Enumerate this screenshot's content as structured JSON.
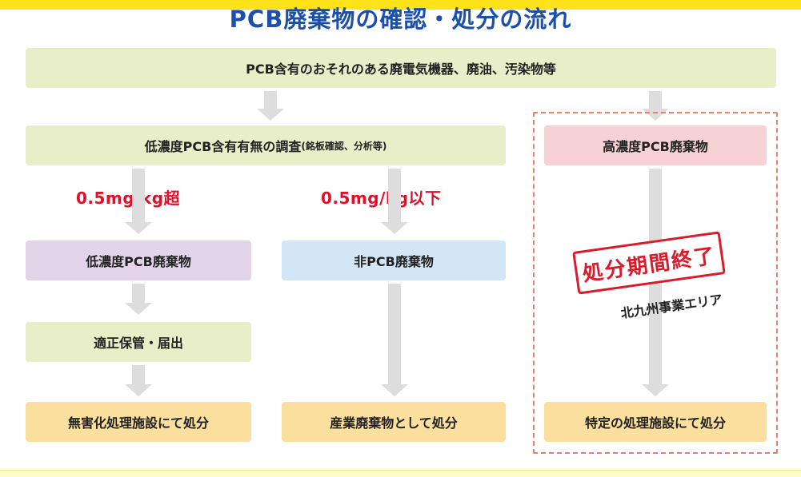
{
  "title": "PCB廃棄物の確認・処分の流れ",
  "nodes": {
    "start": "PCB含有のおそれのある廃電気機器、廃油、汚染物等",
    "survey_main": "低濃度PCB含有有無の調査",
    "survey_sub": "(銘板確認、分析等)",
    "high": "高濃度PCB廃棄物",
    "low": "低濃度PCB廃棄物",
    "non": "非PCB廃棄物",
    "storage": "適正保管・届出",
    "detox": "無害化処理施設にて処分",
    "industrial": "産業廃棄物として処分",
    "specific": "特定の処理施設にて処分"
  },
  "thresholds": {
    "over": "0.5mg/kg超",
    "under": "0.5mg/kg以下"
  },
  "stamp": {
    "text": "処分期間終了",
    "area": "北九州事業エリア"
  },
  "colors": {
    "title": "#1c4fa8",
    "threshold": "#e0102a",
    "stamp": "#d81c2c",
    "dashed_border": "#e8806a",
    "green_box": "#e8efc8",
    "purple_box": "#e4d4ea",
    "blue_box": "#d3e6f6",
    "pink_box": "#f6d2d4",
    "orange_box": "#fbdf9e",
    "arrow": "#dddddd",
    "top_band": "#ffe21a"
  }
}
